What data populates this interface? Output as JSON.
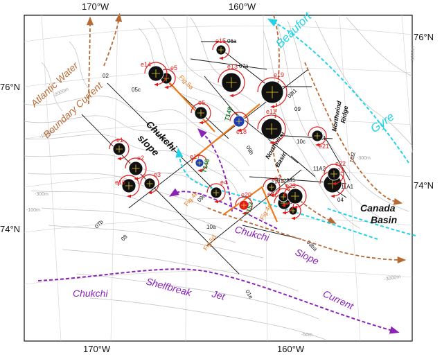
{
  "frame_ticks": {
    "top": [
      "170°W",
      "160°W"
    ],
    "bottom": [
      "170°W",
      "160°W"
    ],
    "left": [
      "76°N",
      "74°N"
    ],
    "right": [
      "76°N",
      "74°N"
    ]
  },
  "region_labels": {
    "chukchi_slope_1": "Chukchi",
    "chukchi_slope_2": "slope",
    "canada_basin_1": "Canada",
    "canada_basin_2": "Basin",
    "northwind_basin_1": "Northwind",
    "northwind_basin_2": "Basin",
    "northwind_ridge_1": "Northwind",
    "northwind_ridge_2": "Ridge",
    "chukchi": "Chukchi"
  },
  "currents": {
    "atlantic_1": "Atlantic Water",
    "atlantic_2": "Boundary Current",
    "beaufort": "Beaufort",
    "gyre": "Gyre",
    "shelfbreak": "Shelfbreak",
    "jet": "Jet",
    "slope_1": "Chukchi",
    "slope_2": "Slope",
    "slope_3": "Current"
  },
  "colors": {
    "atlantic_current": "#b86a35",
    "beaufort_gyre": "#22d3e8",
    "slope_current": "#8a22b8",
    "figure_line": "#ee7a1a",
    "eddy_label": "#e01b1b",
    "mooring_label": "#1e7a32",
    "anticyclonic_marker": "#111111",
    "cyclonic_marker": "#1d3fb5",
    "highlight_marker": "#e01b1b",
    "transect": "#111111"
  },
  "transects": [
    "02",
    "05c",
    "06a",
    "07a",
    "07b",
    "08",
    "08t1",
    "09",
    "09b",
    "09c",
    "10a",
    "10c",
    "10t1",
    "10t2",
    "11A1",
    "11A2",
    "11b12345",
    "03ba",
    "04",
    "01e"
  ],
  "figure_lines": [
    "Fig.5a",
    "Fig.4b",
    "Fig.5d",
    "Fig.4c"
  ],
  "eddies": [
    {
      "label": "e1",
      "marker": "anticyclonic"
    },
    {
      "label": "e2",
      "marker": "anticyclonic"
    },
    {
      "label": "e3",
      "marker": "anticyclonic"
    },
    {
      "label": "e4",
      "marker": "anticyclonic"
    },
    {
      "label": "e5",
      "marker": "anticyclonic"
    },
    {
      "label": "e6",
      "marker": "anticyclonic"
    },
    {
      "label": "e7",
      "marker": "anticyclonic"
    },
    {
      "label": "e8",
      "marker": "anticyclonic"
    },
    {
      "label": "e9",
      "marker": "anticyclonic"
    },
    {
      "label": "e10",
      "marker": "anticyclonic"
    },
    {
      "label": "e11",
      "marker": "anticyclonic"
    },
    {
      "label": "e12",
      "marker": "anticyclonic"
    },
    {
      "label": "e13",
      "marker": "anticyclonic"
    },
    {
      "label": "e14",
      "marker": "anticyclonic"
    },
    {
      "label": "e15",
      "marker": "anticyclonic"
    },
    {
      "label": "e16",
      "marker": "anticyclonic"
    },
    {
      "label": "e17",
      "marker": "cyclonic"
    },
    {
      "label": "e18",
      "marker": "cyclonic"
    },
    {
      "label": "e19",
      "marker": "anticyclonic"
    },
    {
      "label": "e20",
      "marker": "highlight"
    },
    {
      "label": "e21",
      "marker": "anticyclonic"
    },
    {
      "label": "e22",
      "marker": "anticyclonic"
    },
    {
      "label": "e23",
      "marker": "anticyclonic"
    }
  ],
  "moorings": [
    "T149",
    "T148",
    "T152"
  ],
  "depth_contours": [
    "-1000m",
    "-3000m",
    "-2000m",
    "-300m",
    "-100m",
    "-50m",
    "-3000m",
    "-300m"
  ]
}
